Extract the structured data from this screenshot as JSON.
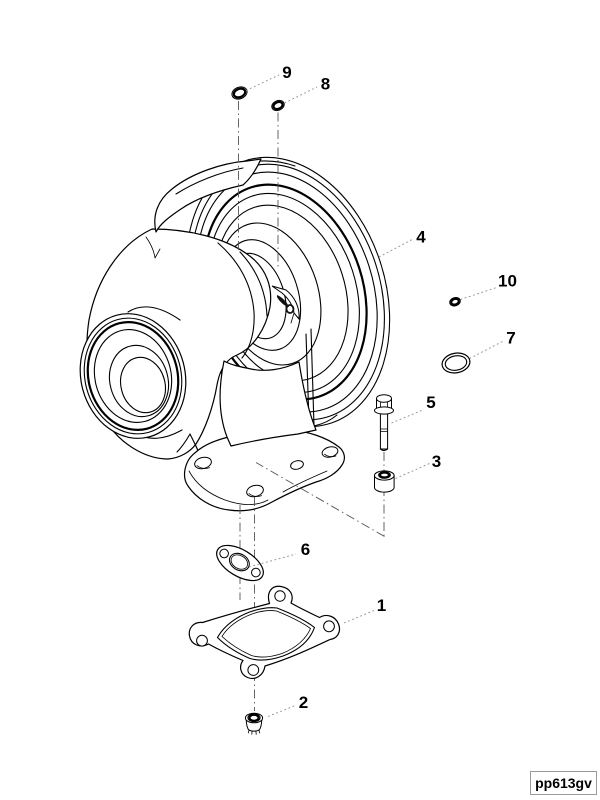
{
  "drawing_code": "pp613gv",
  "callouts": {
    "item1": "1",
    "item2": "2",
    "item3": "3",
    "item4": "4",
    "item5": "5",
    "item6": "6",
    "item7": "7",
    "item8": "8",
    "item9": "9",
    "item10": "10"
  },
  "colors": {
    "background": "#ffffff",
    "line": "#000000",
    "leader": "#8a8a8a",
    "centerline": "#555555",
    "label_text": "#000000",
    "code_border": "#9a9a9a"
  }
}
